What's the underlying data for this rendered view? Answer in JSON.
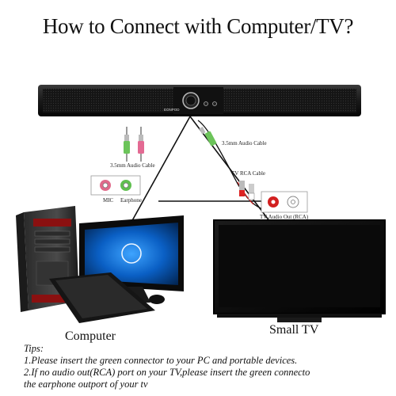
{
  "title": "How to Connect with Computer/TV?",
  "soundbar": {
    "brand": "EONPOD"
  },
  "cables": {
    "left_audio": "3.5mm Audio Cable",
    "right_audio": "3.5mm Audio Cable",
    "tv_rca": "TV RCA Cable"
  },
  "ports": {
    "mic": "MIC",
    "earphone": "Earphone",
    "tv_audio_out": "TV Audio Out (RCA)"
  },
  "captions": {
    "computer": "Computer",
    "tv": "Small TV"
  },
  "tips": {
    "heading": "Tips:",
    "line1": "1.Please insert the green connector to your PC and portable devices.",
    "line2": "2.If no audio out(RCA) port on your TV,please insert the green connecto",
    "line3": "the earphone outport of your tv"
  },
  "colors": {
    "mic_port": "#e06a8a",
    "earphone_port": "#5fbf4f",
    "rca_red": "#d22020",
    "rca_white": "#ffffff"
  }
}
